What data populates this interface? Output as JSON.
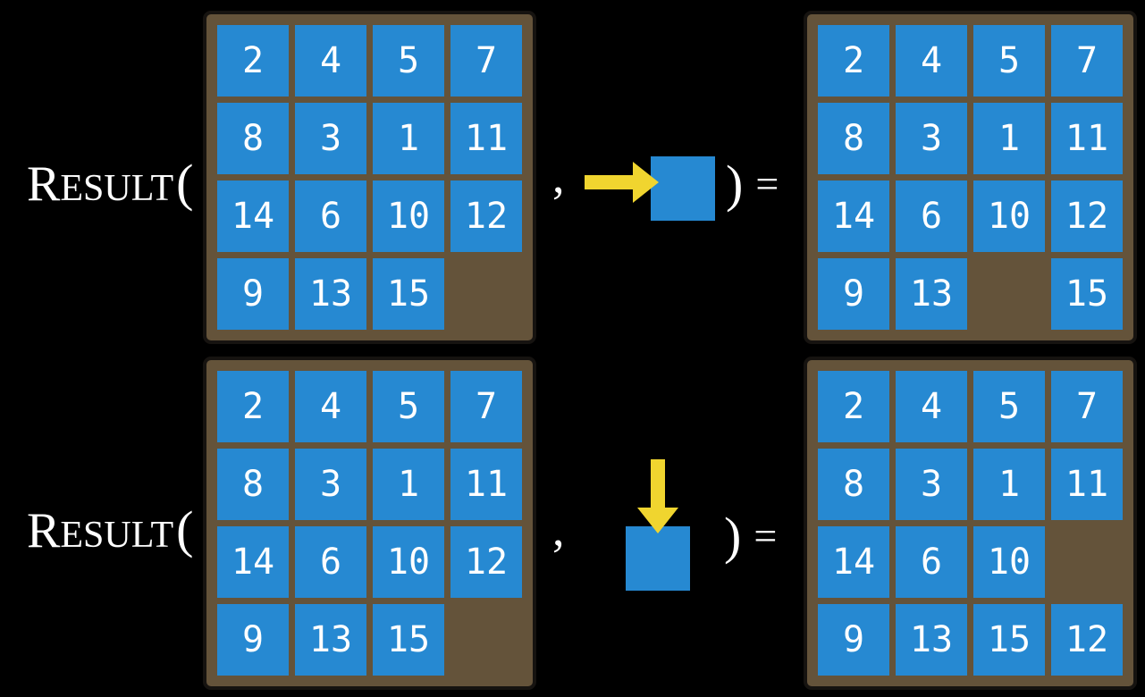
{
  "colors": {
    "background": "#000000",
    "tile_blue": "#2689d2",
    "frame_brown": "#64533a",
    "arrow_yellow": "#f0d52f",
    "text_white": "#ffffff"
  },
  "equations": [
    {
      "function": {
        "initial": "R",
        "rest": "ESULT",
        "open_paren": "("
      },
      "comma": ",",
      "move": {
        "direction": "right",
        "icon": "right-arrow-into-blank-tile"
      },
      "close_paren": ")",
      "equals": "=",
      "input_grid": [
        [
          "2",
          "4",
          "5",
          "7"
        ],
        [
          "8",
          "3",
          "1",
          "11"
        ],
        [
          "14",
          "6",
          "10",
          "12"
        ],
        [
          "9",
          "13",
          "15",
          ""
        ]
      ],
      "output_grid": [
        [
          "2",
          "4",
          "5",
          "7"
        ],
        [
          "8",
          "3",
          "1",
          "11"
        ],
        [
          "14",
          "6",
          "10",
          "12"
        ],
        [
          "9",
          "13",
          "",
          "15"
        ]
      ]
    },
    {
      "function": {
        "initial": "R",
        "rest": "ESULT",
        "open_paren": "("
      },
      "comma": ",",
      "move": {
        "direction": "down",
        "icon": "down-arrow-into-blank-tile"
      },
      "close_paren": ")",
      "equals": "=",
      "input_grid": [
        [
          "2",
          "4",
          "5",
          "7"
        ],
        [
          "8",
          "3",
          "1",
          "11"
        ],
        [
          "14",
          "6",
          "10",
          "12"
        ],
        [
          "9",
          "13",
          "15",
          ""
        ]
      ],
      "output_grid": [
        [
          "2",
          "4",
          "5",
          "7"
        ],
        [
          "8",
          "3",
          "1",
          "11"
        ],
        [
          "14",
          "6",
          "10",
          ""
        ],
        [
          "9",
          "13",
          "15",
          "12"
        ]
      ]
    }
  ]
}
